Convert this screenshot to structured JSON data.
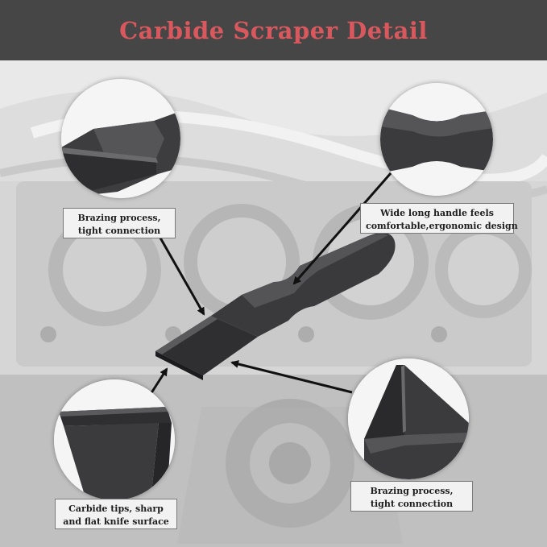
{
  "title": "Carbide Scraper Detail",
  "callouts": {
    "top_left": {
      "line1": "Brazing process,",
      "line2": "tight connection"
    },
    "top_right": {
      "line1": "Wide long handle feels",
      "line2": "comfortable,ergonomic design"
    },
    "bottom_left": {
      "line1": "Carbide tips, sharp",
      "line2": "and flat knife surface"
    },
    "bottom_right": {
      "line1": "Brazing process,",
      "line2": "tight connection"
    }
  },
  "colors": {
    "title": "#d9585e",
    "header_bg": "#464646",
    "tool": "#3d3d3f"
  }
}
